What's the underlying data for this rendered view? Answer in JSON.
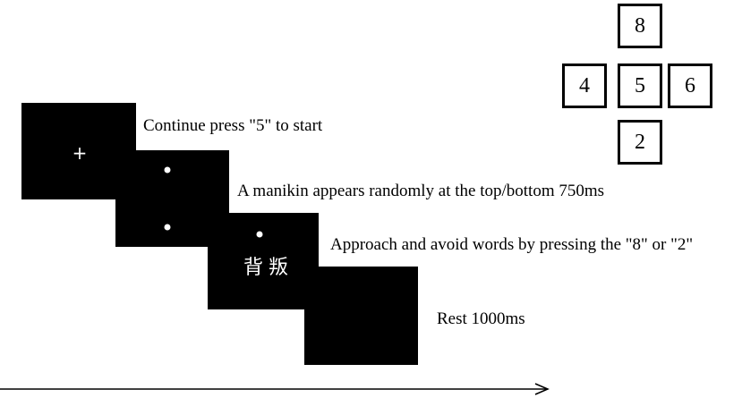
{
  "trial": {
    "steps": [
      {
        "caption": "Continue press \"5\" to start",
        "stimulus": "+"
      },
      {
        "caption": "A manikin appears randomly at the top/bottom 750ms"
      },
      {
        "caption": "Approach and avoid words by pressing the \"8\" or \"2\"",
        "stimulus": "背叛"
      },
      {
        "caption": "Rest 1000ms"
      }
    ]
  },
  "keypad": {
    "keys": {
      "up": "8",
      "left": "4",
      "center": "5",
      "right": "6",
      "down": "2"
    }
  },
  "colors": {
    "screen": "#000000",
    "stimulus": "#ffffff",
    "background": "#ffffff"
  }
}
